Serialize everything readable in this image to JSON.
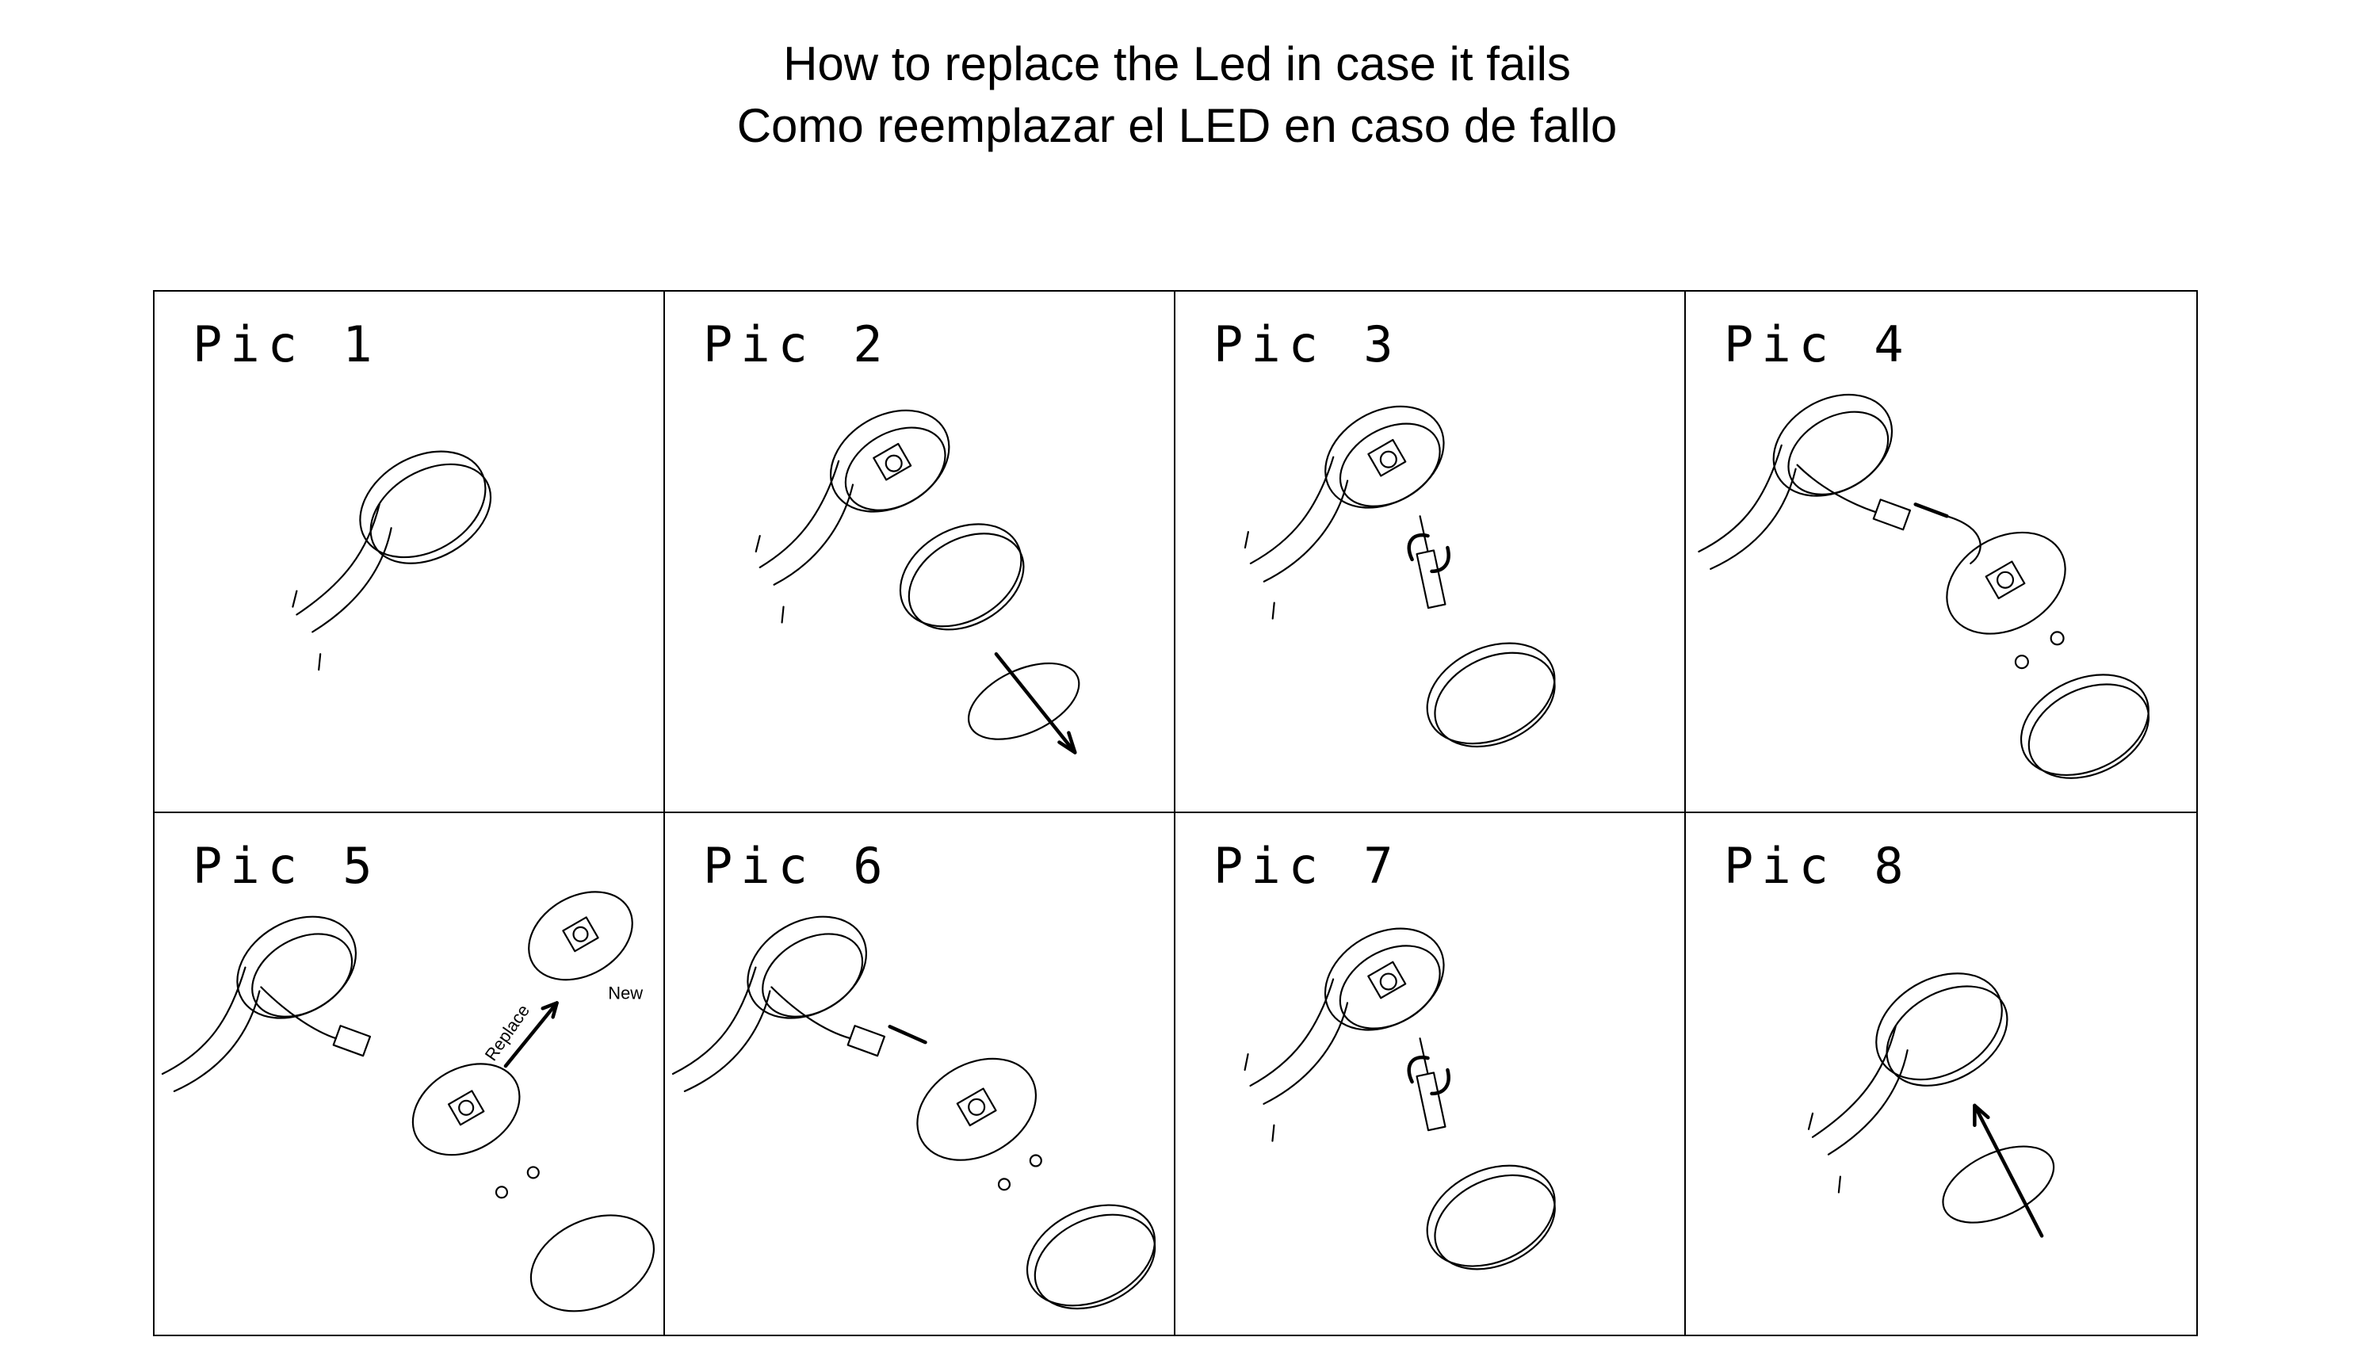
{
  "title": {
    "line1": "How to replace the Led in case it fails",
    "line2": "Como reemplazar el LED en caso de fallo"
  },
  "panels": [
    {
      "label": "Pic 1"
    },
    {
      "label": "Pic 2"
    },
    {
      "label": "Pic 3"
    },
    {
      "label": "Pic 4"
    },
    {
      "label": "Pic 5",
      "annotations": {
        "replace": "Replace",
        "new": "New"
      }
    },
    {
      "label": "Pic 6"
    },
    {
      "label": "Pic 7"
    },
    {
      "label": "Pic 8"
    }
  ]
}
